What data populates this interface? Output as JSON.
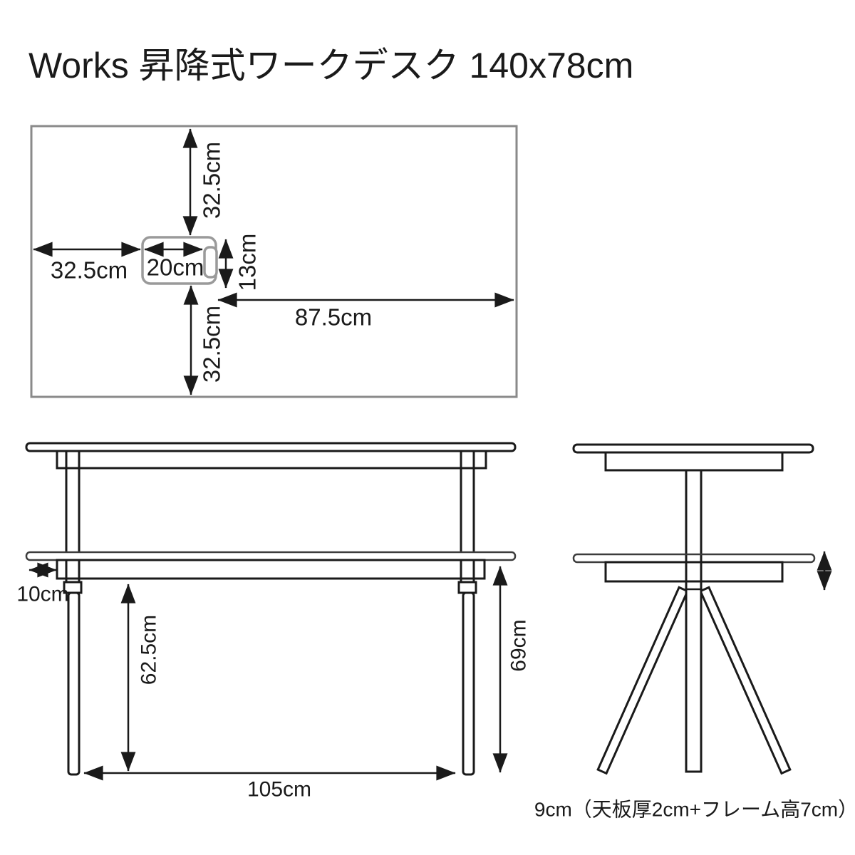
{
  "title": "Works 昇降式ワークデスク 140x78cm",
  "top_view": {
    "top_offset": "32.5cm",
    "left_offset": "32.5cm",
    "grommet_width": "20cm",
    "grommet_height": "13cm",
    "right_offset": "87.5cm",
    "bottom_offset": "32.5cm"
  },
  "front_view": {
    "side_overhang": "10cm",
    "clearance_under_shelf": "62.5cm",
    "clearance_under_frame": "69cm",
    "leg_inner_span": "105cm"
  },
  "side_view": {
    "shelf_thickness_note": "9cm（天板厚2cm+フレーム高7cm）"
  },
  "colors": {
    "line": "#1a1a1a",
    "panel_outline": "#8a8a8a",
    "grommet_outline": "#9a9a9a",
    "shelf_outline": "#3c3c3c"
  }
}
